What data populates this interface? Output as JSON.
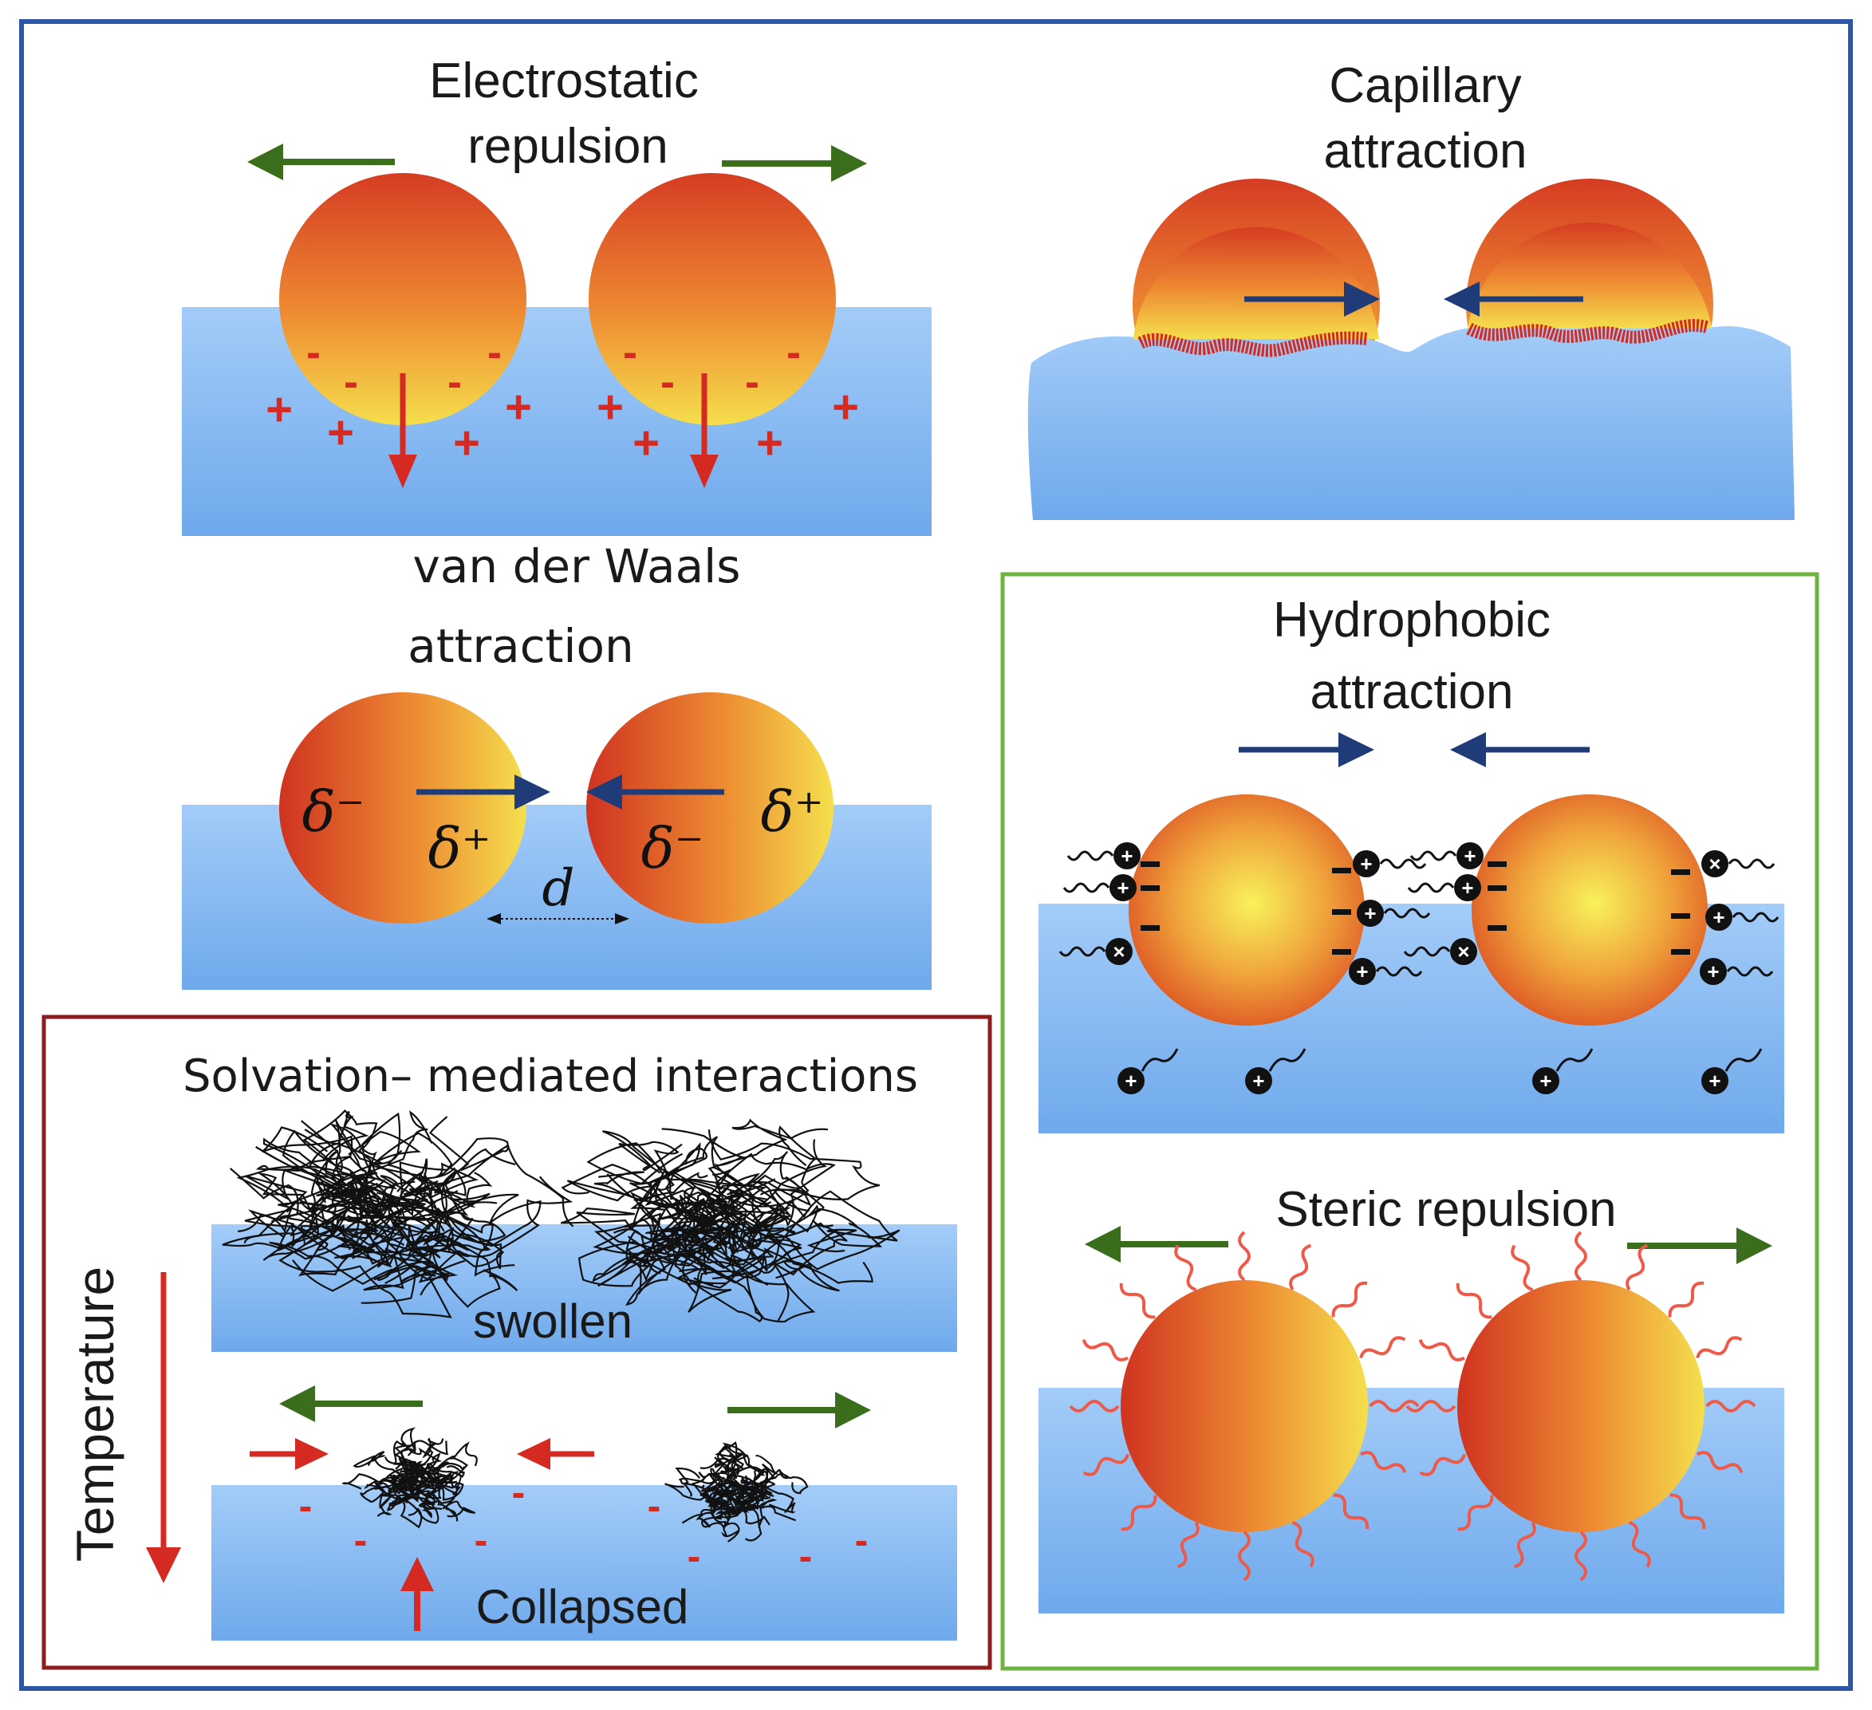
{
  "panels": {
    "electrostatic": {
      "title_line1": "Electrostatic",
      "title_line2": "repulsion"
    },
    "capillary": {
      "title_line1": "Capillary",
      "title_line2": "attraction"
    },
    "vdw": {
      "title_line1": "van der Waals",
      "title_line2": "attraction",
      "delta_minus": "δ⁻",
      "delta_plus": "δ⁺",
      "distance": "d"
    },
    "hydrophobic": {
      "title_line1": "Hydrophobic",
      "title_line2": "attraction"
    },
    "steric": {
      "title": "Steric repulsion"
    },
    "solvation": {
      "title": "Solvation– mediated interactions",
      "swollen": "swollen",
      "collapsed": "Collapsed",
      "temperature": "Temperature"
    }
  },
  "symbols": {
    "plus": "+",
    "minus": "-"
  },
  "colors": {
    "outer_frame": "#2f55a6",
    "green_frame": "#6db33f",
    "red_frame": "#8e1c1c",
    "water_top": "#9dc9f7",
    "water_bottom": "#6ea9ec",
    "particle_edge": "#d8441f",
    "particle_center": "#f6e04a",
    "green_arrow": "#3a6e1d",
    "blue_arrow": "#1f3b78",
    "red_arrow": "#d42a22",
    "charge_red": "#d42a22",
    "polymer": "#111111",
    "steric_ligand": "#ef5a48"
  }
}
